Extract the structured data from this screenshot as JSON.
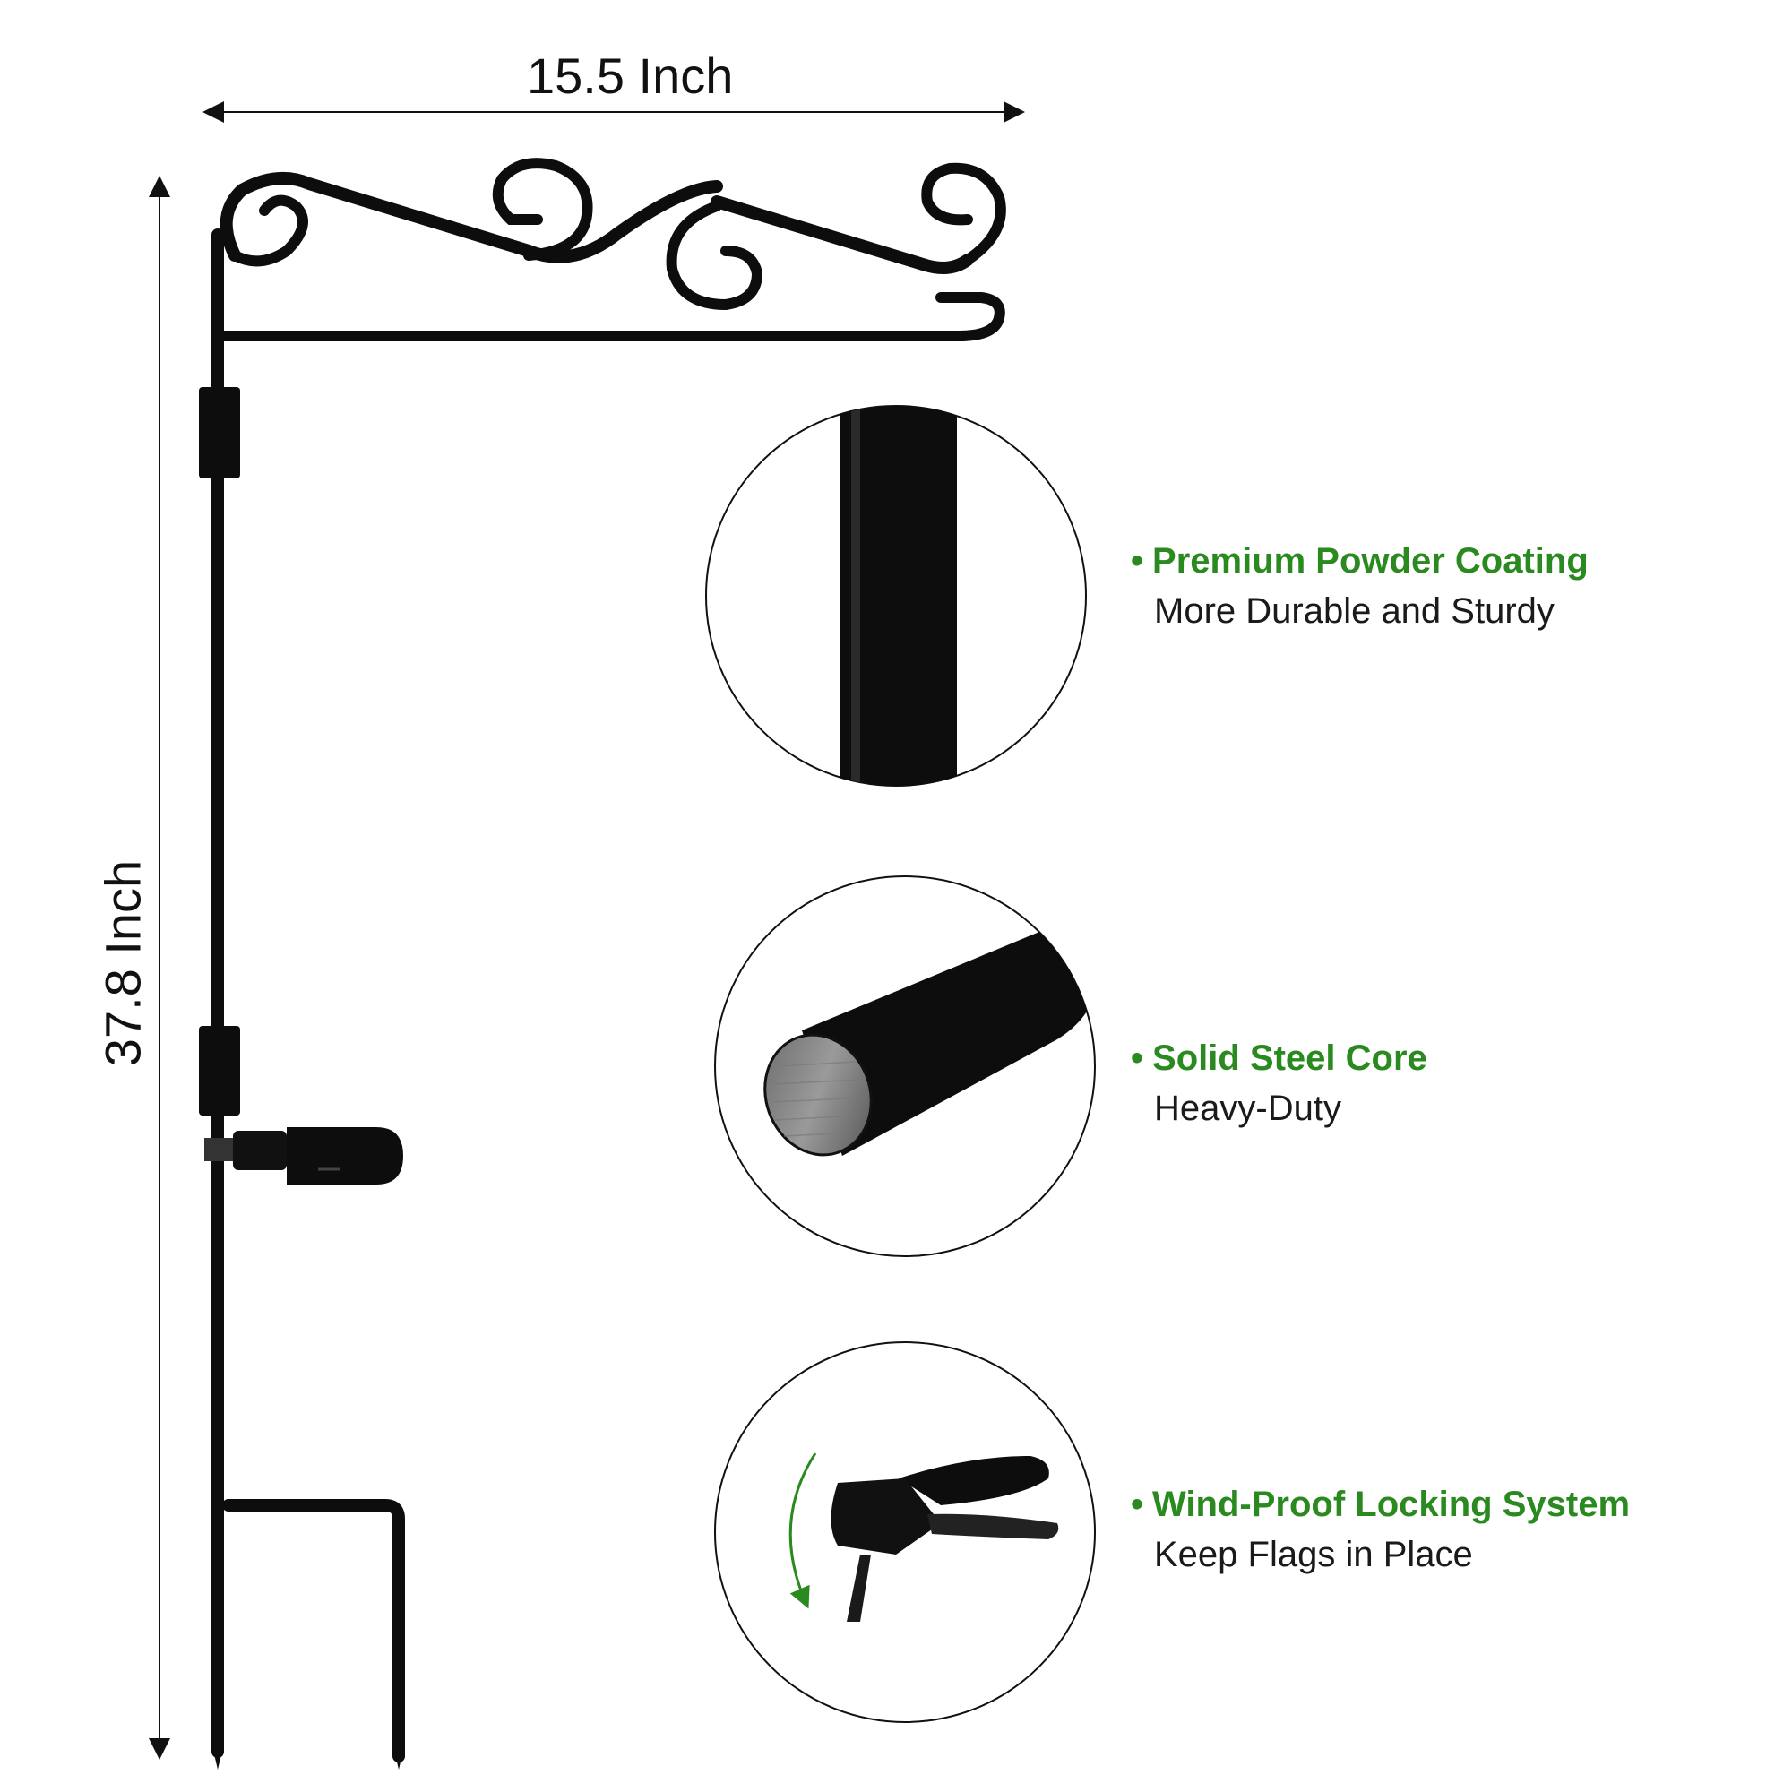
{
  "dimensions": {
    "width_label": "15.5 Inch",
    "height_label": "37.8 Inch"
  },
  "features": [
    {
      "title": "Premium Powder Coating",
      "subtitle": "More Durable and Sturdy"
    },
    {
      "title": "Solid Steel Core",
      "subtitle": "Heavy-Duty"
    },
    {
      "title": "Wind-Proof Locking System",
      "subtitle": "Keep Flags in Place"
    }
  ],
  "colors": {
    "accent_green": "#2a8a1f",
    "metal": "#0d0d0d",
    "background": "#ffffff"
  },
  "icons": [
    "flag-stand",
    "pole-closeup",
    "steel-core-cross-section",
    "locking-clip",
    "rotation-arrow"
  ]
}
